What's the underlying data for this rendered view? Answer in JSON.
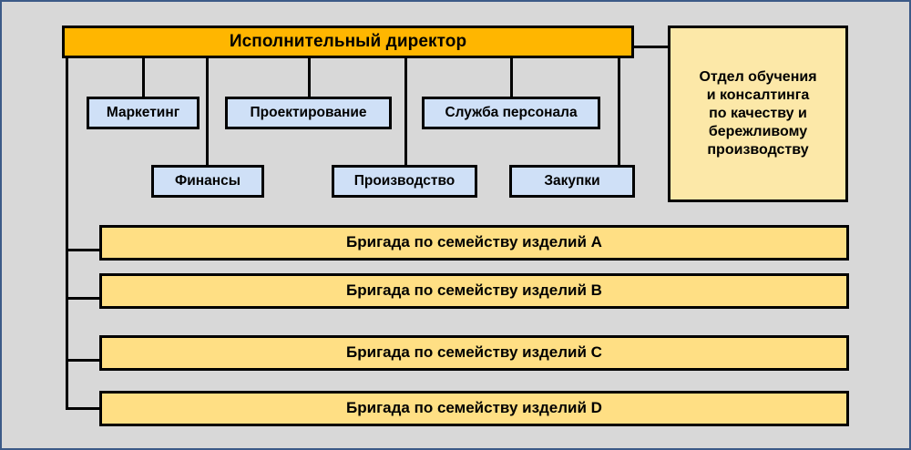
{
  "diagram": {
    "title_node": {
      "label": "Исполнительный директор",
      "fill": "#ffb600"
    },
    "training_node": {
      "label": "Отдел обучения и консалтинга по качеству и бережливому производству",
      "lines": [
        "Отдел обучения",
        "и консалтинга",
        "по качеству и",
        "бережливому",
        "производству"
      ],
      "fill": "#fce8a8"
    },
    "departments_row1": [
      {
        "label": "Маркетинг"
      },
      {
        "label": "Проектирование"
      },
      {
        "label": "Служба персонала"
      }
    ],
    "departments_row2": [
      {
        "label": "Финансы"
      },
      {
        "label": "Производство"
      },
      {
        "label": "Закупки"
      }
    ],
    "department_fill": "#cfe0f7",
    "brigades": [
      {
        "label": "Бригада по семейству изделий A"
      },
      {
        "label": "Бригада по семейству изделий B"
      },
      {
        "label": "Бригада по семейству изделий C"
      },
      {
        "label": "Бригада по семейству изделий D"
      }
    ],
    "brigade_fill": "#ffdf84",
    "canvas": {
      "background": "#d8d8d8",
      "border_color": "#3c5a87",
      "line_color": "#000000"
    }
  }
}
